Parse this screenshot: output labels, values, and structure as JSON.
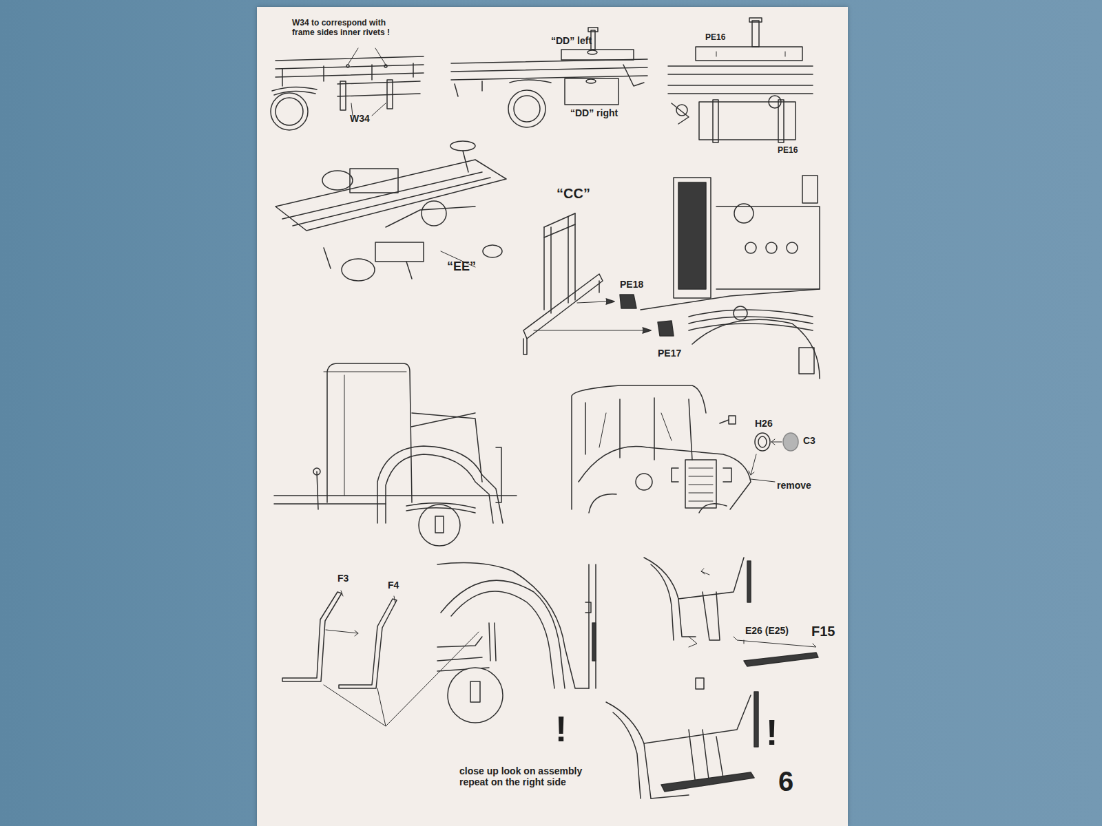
{
  "diagram": {
    "labels": [
      "W34 to correspond with frame sides inner rivets !",
      "W34",
      "“DD” left",
      "“DD” right",
      "PE16",
      "PE16",
      "“CC”",
      "“EE”",
      "PE18",
      "PE17",
      "H26",
      "C3",
      "remove",
      "F3",
      "F4",
      "E26 (E25)",
      "F15",
      "!",
      "!",
      "close up look on assembly repeat on the right side",
      "6"
    ]
  }
}
